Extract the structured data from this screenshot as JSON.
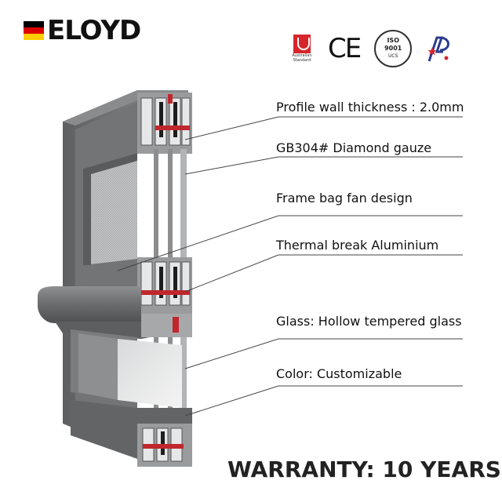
{
  "brand": {
    "name": "ELOYD",
    "flag_colors": [
      "#000000",
      "#dd0000",
      "#ffce00"
    ]
  },
  "certifications": {
    "australian": {
      "line1": "Australian",
      "line2": "Standard"
    },
    "ce": "CE",
    "iso": {
      "top": "ISO",
      "number": "9001",
      "bottom": "UCS"
    },
    "ap_icon": "ap-logo-icon"
  },
  "features": [
    {
      "label": "Profile wall thickness : 2.0mm"
    },
    {
      "label": "GB304# Diamond gauze"
    },
    {
      "label": "Frame bag fan design"
    },
    {
      "label": "Thermal break Aluminium"
    },
    {
      "label": "Glass: Hollow tempered glass"
    },
    {
      "label": "Color: Customizable"
    }
  ],
  "warranty": "WARRANTY: 10 YEARS",
  "colors": {
    "frame": "#6d6e70",
    "accent_red": "#c0272d",
    "text": "#111111"
  }
}
